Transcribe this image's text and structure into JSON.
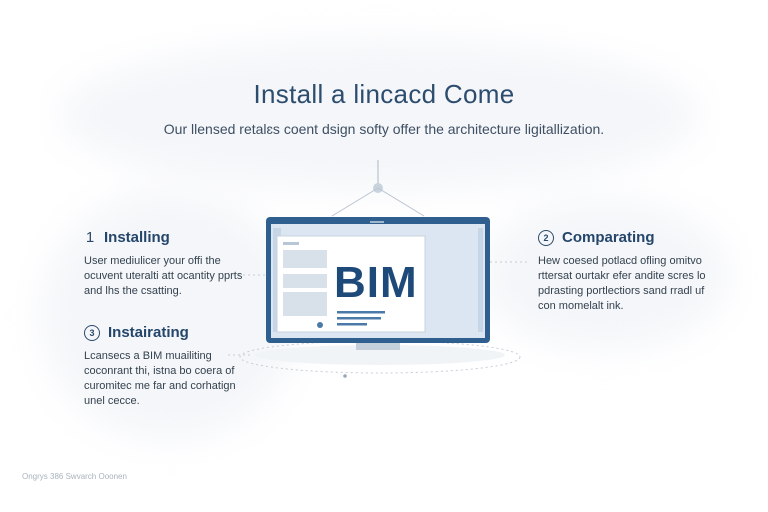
{
  "header": {
    "title": "Install a lincacd Come",
    "subtitle": "Our llensed retalɛs coent dsign softy offer the architecture ligitallization."
  },
  "screen": {
    "logo_text": "BIM"
  },
  "sections": [
    {
      "number": "1",
      "title": "Installing",
      "body": "User mediulicer your offi the ocuvent uteralti att ocantity pprts and lhs the csatting."
    },
    {
      "number": "2",
      "title": "Comparating",
      "body": "Hew coesed potlacd ofling omitvo rttersat ourtakr efer andite scres lo pdrasting portlectiors sand rradl uf con momelalt ink."
    },
    {
      "number": "3",
      "title": "Instairating",
      "body": "Lcansecs a BIM muailiting coconrant thi, istna bo coera of curomitec me far and corhatign unel cecce."
    }
  ],
  "footer": {
    "text": "Ongrys 386 Swvarch Ooonen"
  },
  "colors": {
    "accent": "#2d5a8a",
    "monitor_frame": "#2e5f8e",
    "screen_bg": "#dbe6f2",
    "text_primary": "#24466b"
  }
}
